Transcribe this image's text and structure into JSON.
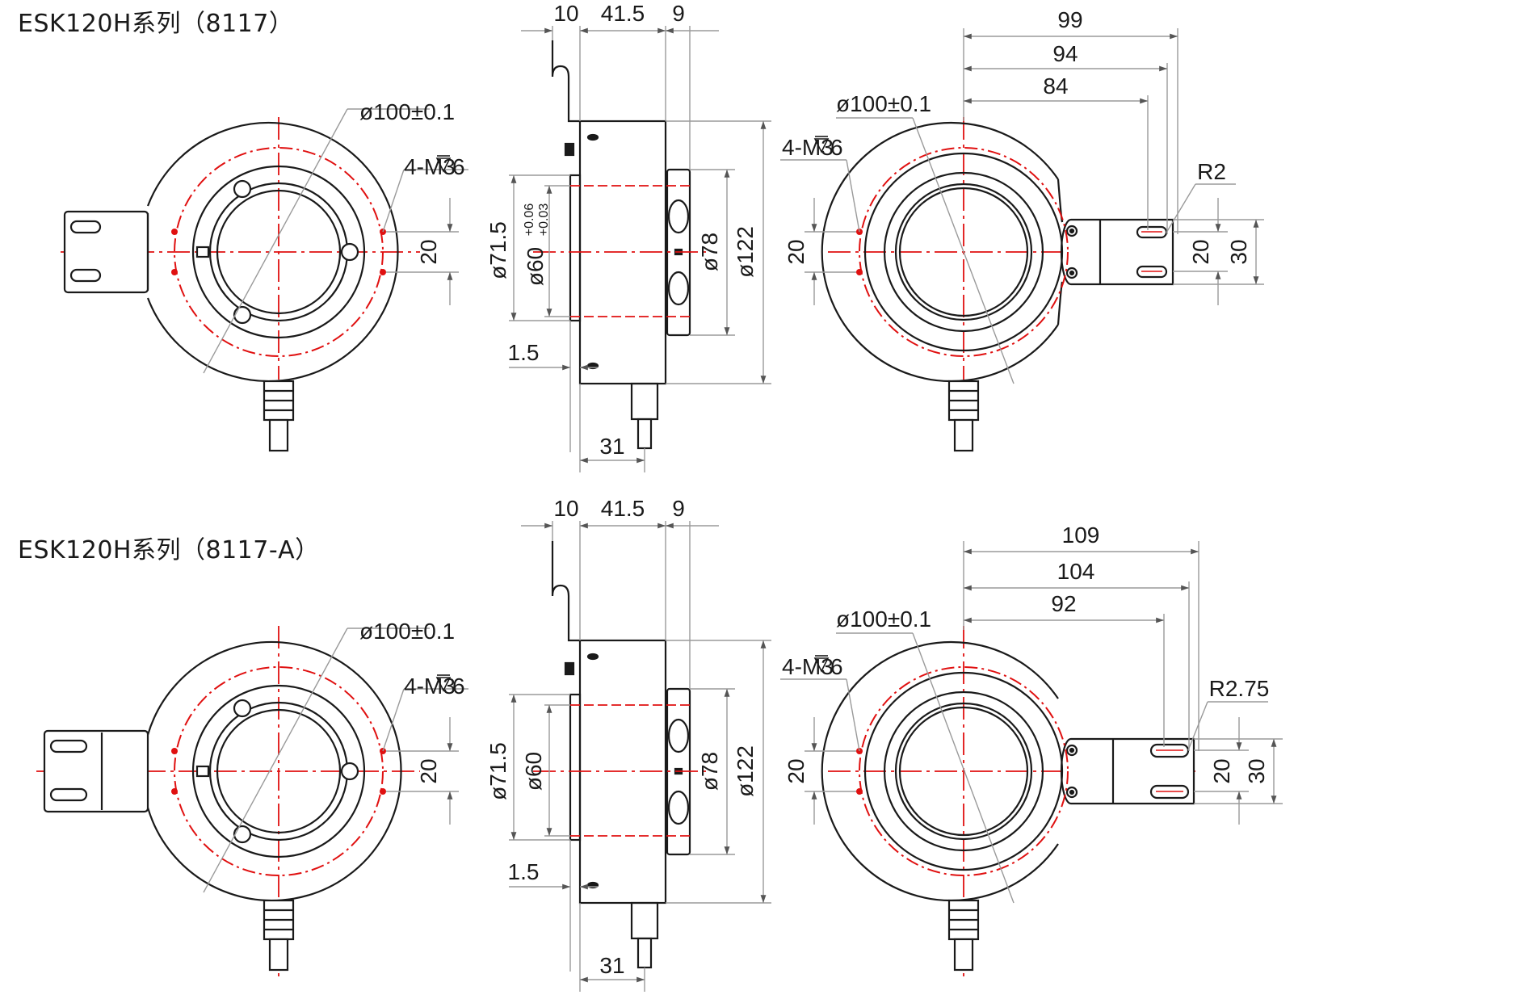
{
  "drawings": [
    {
      "title": "ESK120H系列（8117）",
      "front": {
        "pcd": "ø100±0.1",
        "holes": "4-M3",
        "holes_depth": "6",
        "hole_spacing": "20"
      },
      "side": {
        "top_dims": [
          "10",
          "41.5",
          "9"
        ],
        "dia_outer": "ø71.5",
        "dia_shaft": "ø60",
        "tol_upper": "+0.06",
        "tol_lower": "+0.03",
        "flange_thk": "1.5",
        "cable_offset": "31",
        "dia_ring": "ø78",
        "dia_body": "ø122"
      },
      "rear": {
        "pcd": "ø100±0.1",
        "holes": "4-M3",
        "holes_depth": "6",
        "hole_spacing": "20",
        "len_total": "99",
        "len_mid": "94",
        "len_short": "84",
        "radius": "R2",
        "slot_spacing": "20",
        "bracket_width": "30"
      }
    },
    {
      "title": "ESK120H系列（8117-A）",
      "front": {
        "pcd": "ø100±0.1",
        "holes": "4-M3",
        "holes_depth": "6",
        "hole_spacing": "20"
      },
      "side": {
        "top_dims": [
          "10",
          "41.5",
          "9"
        ],
        "dia_outer": "ø71.5",
        "dia_shaft": "ø60",
        "flange_thk": "1.5",
        "cable_offset": "31",
        "dia_ring": "ø78",
        "dia_body": "ø122"
      },
      "rear": {
        "pcd": "ø100±0.1",
        "holes": "4-M3",
        "holes_depth": "6",
        "hole_spacing": "20",
        "len_total": "109",
        "len_mid": "104",
        "len_short": "92",
        "radius": "R2.75",
        "slot_spacing": "20",
        "bracket_width": "30"
      }
    }
  ],
  "colors": {
    "line": "#1a1a1a",
    "center": "#e01010",
    "dim": "#9a9a9a"
  }
}
